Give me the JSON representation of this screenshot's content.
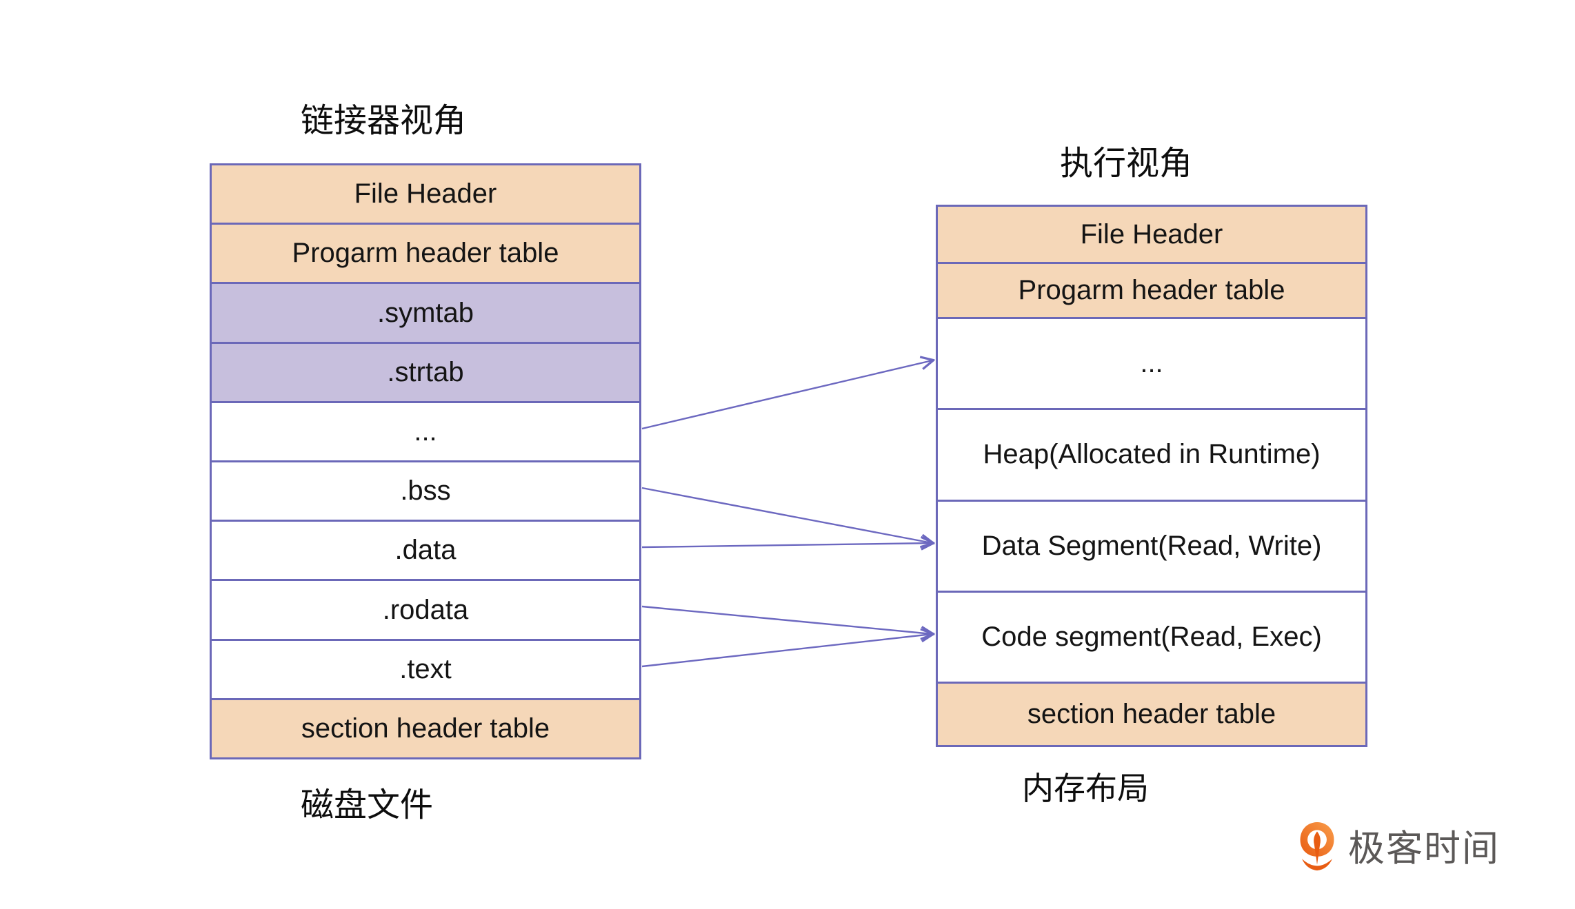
{
  "left_panel": {
    "title": "链接器视角",
    "caption": "磁盘文件",
    "rows": [
      {
        "label": "File Header",
        "fill": "peach"
      },
      {
        "label": "Progarm header table",
        "fill": "peach"
      },
      {
        "label": ".symtab",
        "fill": "purple"
      },
      {
        "label": ".strtab",
        "fill": "purple"
      },
      {
        "label": "...",
        "fill": "white"
      },
      {
        "label": ".bss",
        "fill": "white"
      },
      {
        "label": ".data",
        "fill": "white"
      },
      {
        "label": ".rodata",
        "fill": "white"
      },
      {
        "label": ".text",
        "fill": "white"
      },
      {
        "label": "section header table",
        "fill": "peach"
      }
    ]
  },
  "right_panel": {
    "title": "执行视角",
    "caption": "内存布局",
    "rows": [
      {
        "label": "File Header",
        "fill": "peach",
        "size": "short"
      },
      {
        "label": "Progarm header table",
        "fill": "peach",
        "size": "short"
      },
      {
        "label": "...",
        "fill": "white",
        "size": "tall"
      },
      {
        "label": "Heap(Allocated in Runtime)",
        "fill": "white",
        "size": "tall"
      },
      {
        "label": "Data Segment(Read, Write)",
        "fill": "white",
        "size": "tall"
      },
      {
        "label": "Code segment(Read, Exec)",
        "fill": "white",
        "size": "tall"
      },
      {
        "label": "section header table",
        "fill": "peach",
        "size": "last-short"
      }
    ]
  },
  "arrows": [
    {
      "from": "...",
      "to": "..."
    },
    {
      "from": ".bss",
      "to": "Data Segment(Read, Write)"
    },
    {
      "from": ".data",
      "to": "Data Segment(Read, Write)"
    },
    {
      "from": ".rodata",
      "to": "Code segment(Read, Exec)"
    },
    {
      "from": ".text",
      "to": "Code segment(Read, Exec)"
    }
  ],
  "logo": {
    "text": "极客时间"
  },
  "colors": {
    "peach": "#f5d7b8",
    "purple": "#c7bfdd",
    "box_line": "#6b68b8",
    "arrow": "#6c68c0",
    "logo_orange_dark": "#e85c12",
    "logo_orange_light": "#f99d4b",
    "logo_text": "#5b5857"
  }
}
